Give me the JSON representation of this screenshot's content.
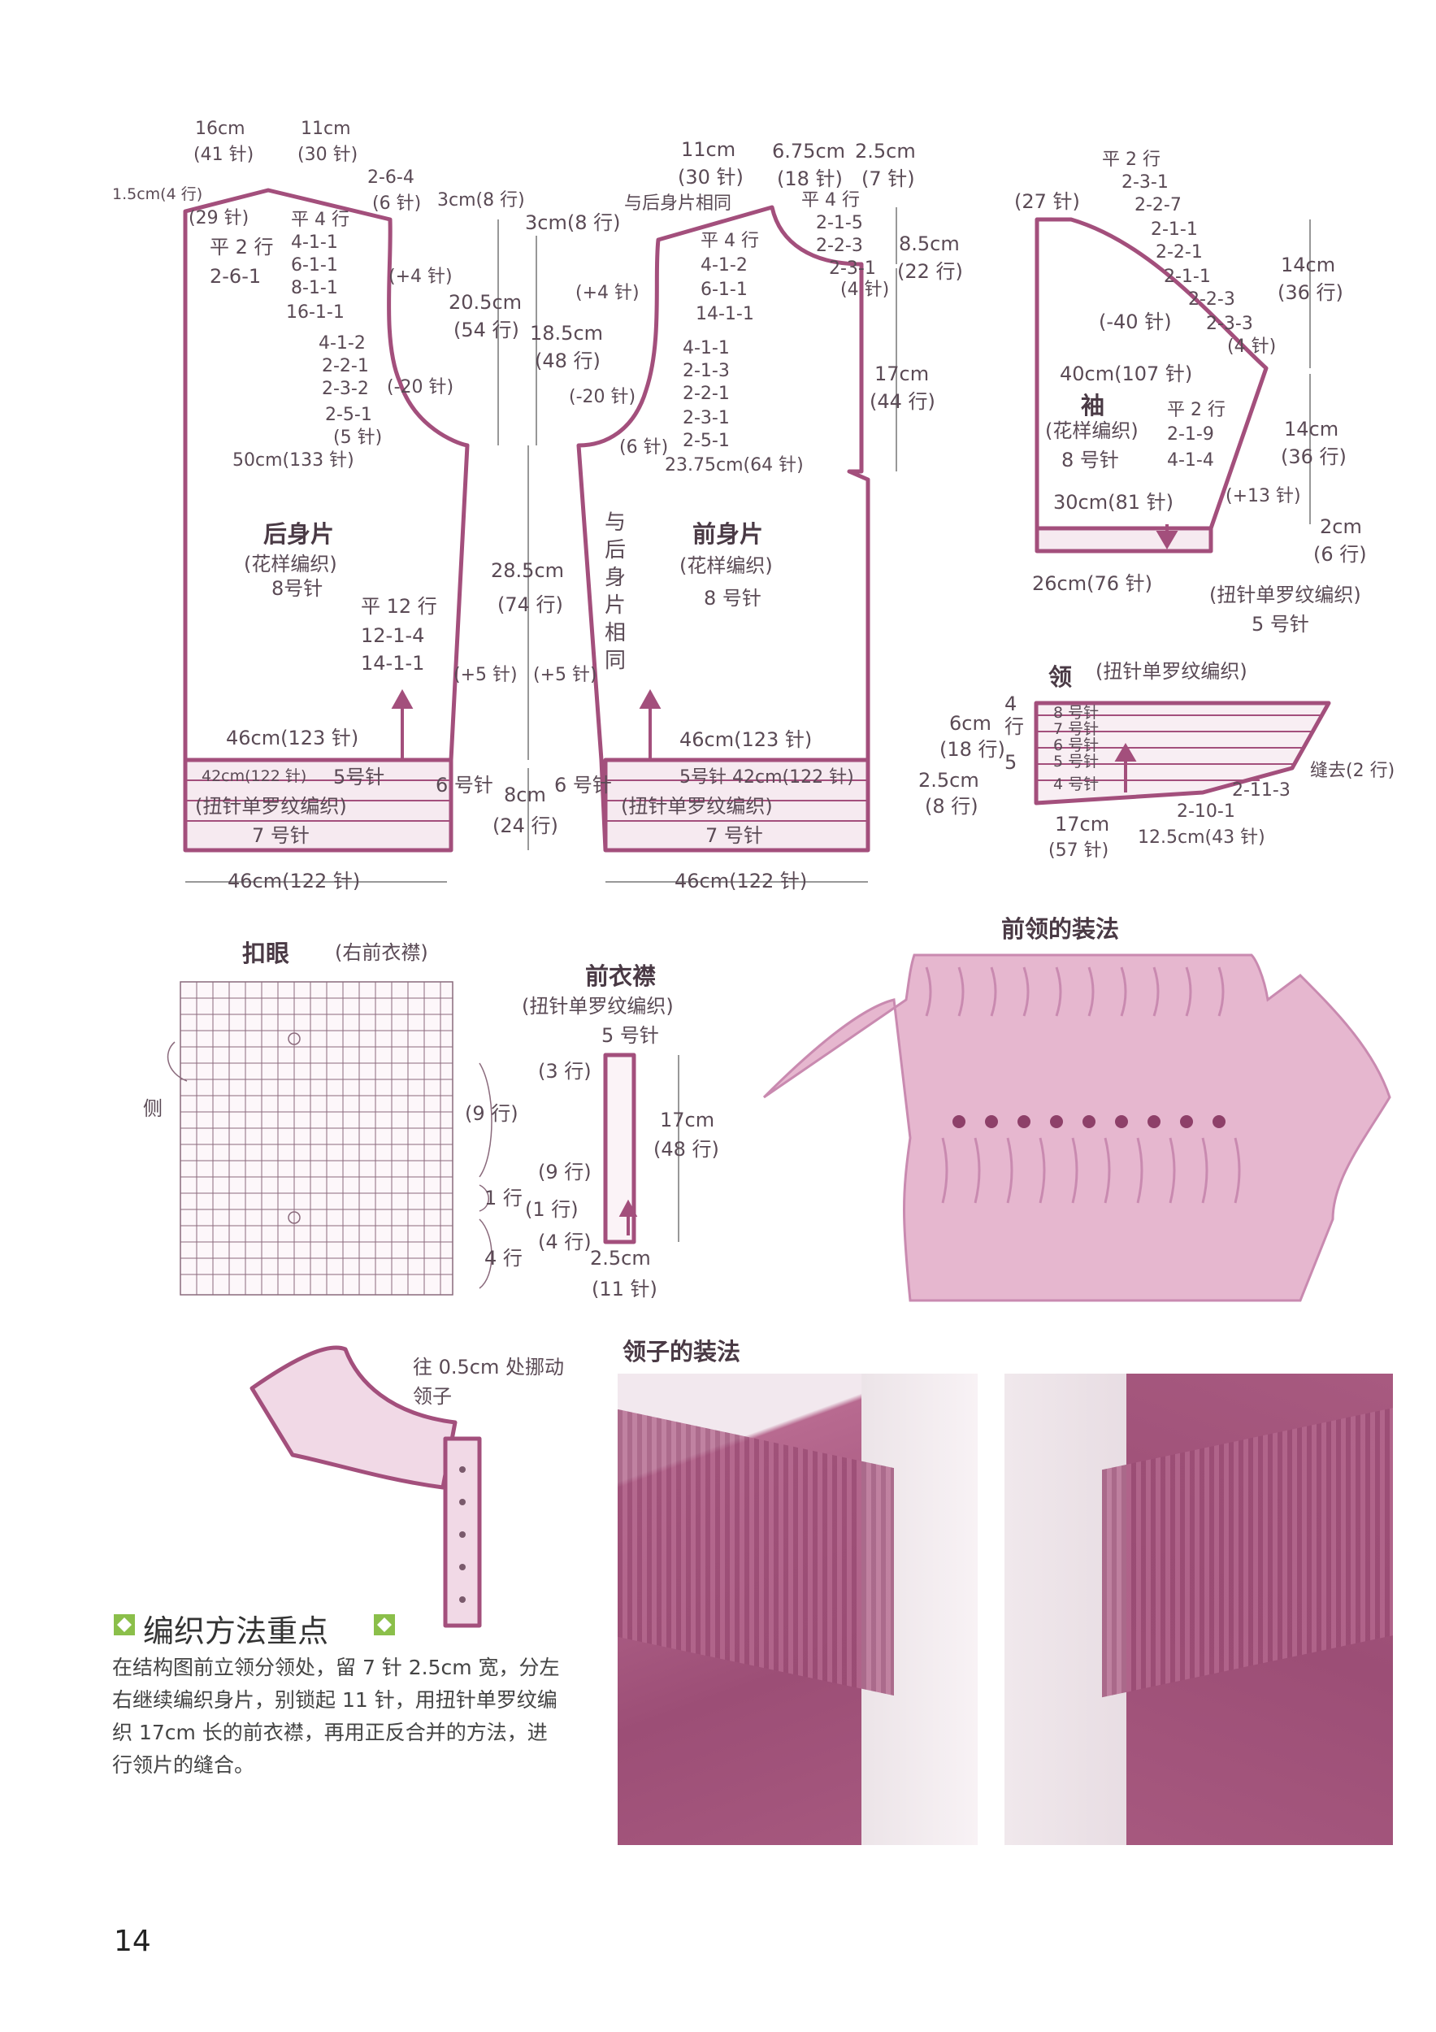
{
  "page_number": "14",
  "colors": {
    "line": "#a34f7c",
    "fill_light": "#f1d9e6",
    "fill_mid": "#e6b7cf",
    "yarn": "#c98ab0",
    "yarn_dark": "#8e4069",
    "photo_bg": "#a85a80",
    "text": "#5a4a55"
  },
  "back": {
    "title": "后身片",
    "pattern": "(花样编织)",
    "needle": "8号针",
    "dims": {
      "w16": "16cm",
      "s41": "(41 针)",
      "w11": "11cm",
      "s30": "(30 针)",
      "r1_5": "1.5cm(4 行)",
      "r29": "(29 针)",
      "dec264": "2-6-4",
      "s6": "(6 针)",
      "r3cm": "3cm(8 行)",
      "w50": "50cm(133 针)",
      "h28": "28.5cm",
      "h74": "(74 行)",
      "w46a": "46cm(123 针)",
      "rib42": "42cm(122 针)",
      "n5": "5号针",
      "n6": "6 号针",
      "n7": "7 号针",
      "w46b": "46cm(122 针)",
      "h8": "8cm",
      "h24": "(24 行)",
      "h20_5": "20.5cm",
      "h54": "(54 行)"
    },
    "shoulder": [
      "平 4 行",
      "4-1-1",
      "6-1-1",
      "8-1-1",
      "16-1-1"
    ],
    "shoulder2": [
      "平 2 行",
      "2-6-1"
    ],
    "armhole": [
      "4-1-2",
      "2-2-1",
      "2-3-2",
      "2-5-1",
      "(5 针)"
    ],
    "plus4": "(+4 针)",
    "minus20": "(-20 针)",
    "side": [
      "平 12 行",
      "12-1-4",
      "14-1-1"
    ],
    "plus5": "(+5 针)",
    "rib_label": "(扭针单罗纹编织)"
  },
  "front": {
    "title": "前身片",
    "pattern": "(花样编织)",
    "needle": "8 号针",
    "same": "与后身片相同",
    "vertical_same": [
      "与",
      "后",
      "身",
      "片",
      "相",
      "同"
    ],
    "dims": {
      "w11": "11cm",
      "s30": "(30 针)",
      "w675": "6.75cm",
      "s18": "(18 针)",
      "w25": "2.5cm",
      "s7": "(7 针)",
      "r3cm": "3cm(8 行)",
      "h18_5": "18.5cm",
      "h48": "(48 行)",
      "h8_5": "8.5cm",
      "h22": "(22 行)",
      "h17": "17cm",
      "h44": "(44 行)",
      "w2375": "23.75cm(64 针)",
      "s6": "(6 针)",
      "w46a": "46cm(123 针)",
      "rib42": "5号针 42cm(122 针)",
      "n6": "6 号针",
      "n7": "7 号针",
      "w46b": "46cm(122 针)",
      "s4": "(4 针)"
    },
    "shoulder": [
      "平 4 行",
      "4-1-2",
      "6-1-1",
      "14-1-1"
    ],
    "neck": [
      "平 4 行",
      "2-1-5",
      "2-2-3",
      "2-3-1"
    ],
    "armhole": [
      "4-1-1",
      "2-1-3",
      "2-2-1",
      "2-3-1",
      "2-5-1"
    ],
    "plus4": "(+4 针)",
    "minus20": "(-20 针)",
    "plus5": "(+5 针)",
    "rib_label": "(扭针单罗纹编织)"
  },
  "sleeve": {
    "title": "袖",
    "pattern": "(花样编织)",
    "needle": "8 号针",
    "cap": [
      "平 2 行",
      "2-3-1",
      "2-2-7",
      "2-1-1",
      "2-2-1",
      "2-1-1",
      "2-2-3",
      "2-3-3",
      "(4 针)"
    ],
    "dims": {
      "s27": "(27 针)",
      "h14a": "14cm",
      "h36a": "(36 行)",
      "minus40": "(-40 针)",
      "w40": "40cm(107 针)",
      "h14b": "14cm",
      "h36b": "(36 行)",
      "w30": "30cm(81 针)",
      "plus13": "(+13 针)",
      "h2": "2cm",
      "h6": "(6 行)",
      "w26": "26cm(76 针)",
      "cuff": "(扭针单罗纹编织)",
      "n5": "5 号针"
    },
    "inc": [
      "平 2 行",
      "2-1-9",
      "4-1-4"
    ]
  },
  "collar": {
    "title": "领",
    "subtitle": "(扭针单罗纹编织)",
    "needles": [
      "8 号针",
      "7 号针",
      "6 号针",
      "5 号针",
      "4 号针"
    ],
    "dims": {
      "h6": "6cm",
      "h18": "(18 行)",
      "r4": "4",
      "r5": "5",
      "r_xing": "行",
      "h25": "2.5cm",
      "h8": "(8 行)",
      "w17": "17cm",
      "s57": "(57 针)",
      "w12_5": "12.5cm(43 针)",
      "bind": "缝去(2 行)",
      "d1": "2-11-3",
      "d2": "2-10-1"
    }
  },
  "buttonhole": {
    "title": "扣眼",
    "subtitle": "(右前衣襟)",
    "side": "侧",
    "r9": "(9 行)",
    "r1": "1 行",
    "r4": "4 行"
  },
  "placket": {
    "title": "前衣襟",
    "pattern": "(扭针单罗纹编织)",
    "needle": "5 号针",
    "r3": "(3 行)",
    "h17": "17cm",
    "h48": "(48 行)",
    "r9": "(9 行)",
    "r1": "(1 行)",
    "r4": "(4 行)",
    "w25": "2.5cm",
    "s11": "(11 针)"
  },
  "front_collar_method": {
    "title": "前领的装法"
  },
  "collar_attach": {
    "title": "领子的装法",
    "note": "往 0.5cm 处挪动领子"
  },
  "key_points": {
    "title": "编织方法重点",
    "body": "在结构图前立领分领处，留 7 针 2.5cm 宽，分左右继续编织身片，别锁起 11 针，用扭针单罗纹编织 17cm 长的前衣襟，再用正反合并的方法，进行领片的缝合。"
  }
}
